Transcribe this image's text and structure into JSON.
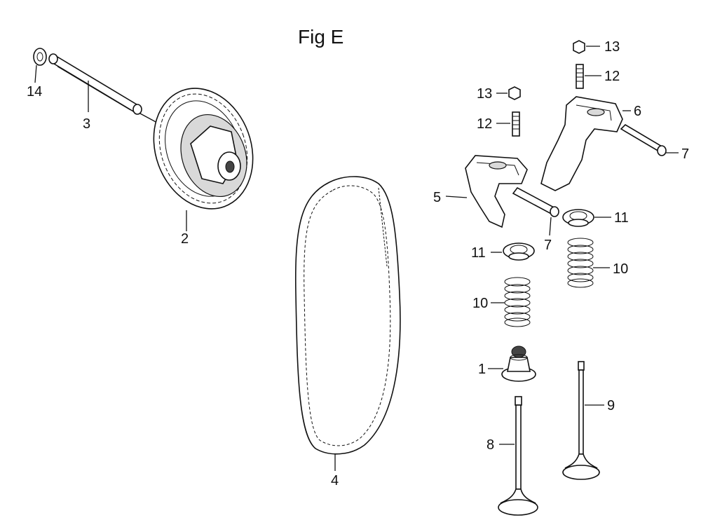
{
  "figure": {
    "title": "Fig E",
    "callouts": {
      "c14": "14",
      "c3": "3",
      "c2": "2",
      "c4": "4",
      "c13a": "13",
      "c12a": "12",
      "c13b": "13",
      "c12b": "12",
      "c6": "6",
      "c7a": "7",
      "c5": "5",
      "c7b": "7",
      "c11a": "11",
      "c11b": "11",
      "c10a": "10",
      "c10b": "10",
      "c1": "1",
      "c9": "9",
      "c8": "8"
    }
  }
}
